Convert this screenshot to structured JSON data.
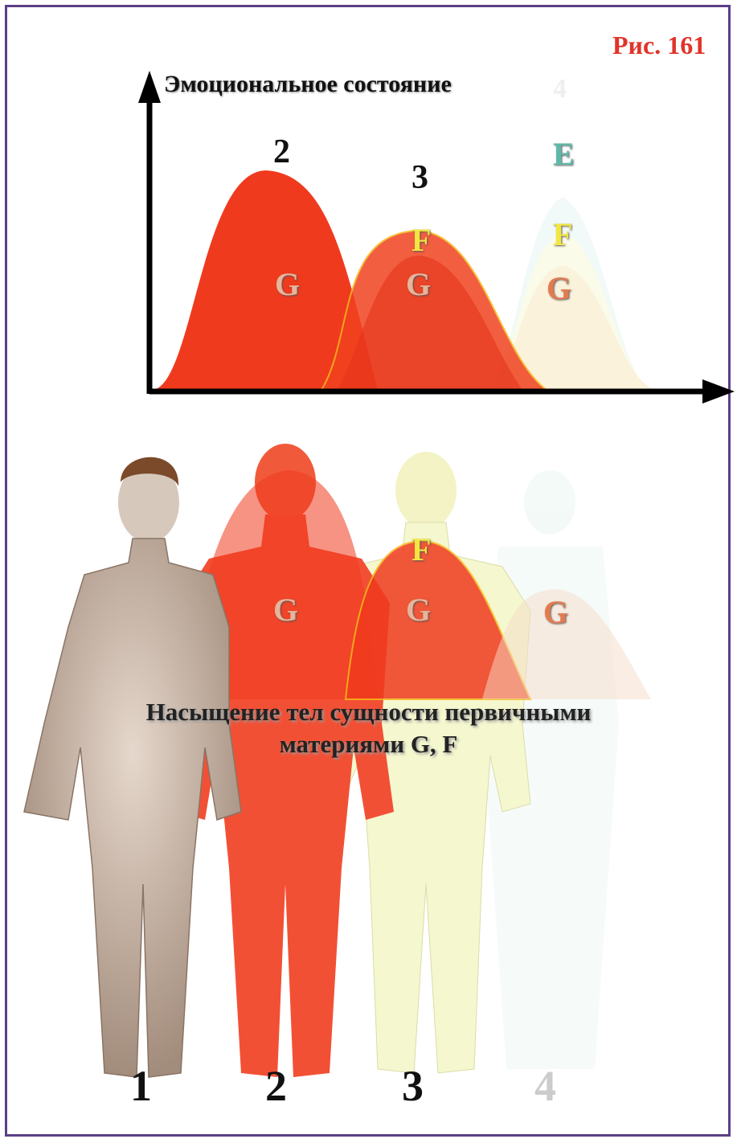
{
  "figure_label": "Рис. 161",
  "axis_title": "Эмоциональное  состояние",
  "axis_title_number": "4",
  "peak_labels": [
    "2",
    "3"
  ],
  "chart_letters": {
    "body2": "G",
    "body3_f": "F",
    "body3_g": "G",
    "body4_e": "E",
    "body4_f": "F",
    "body4_g": "G"
  },
  "figure_letters": {
    "body2_g": "G",
    "body3_f": "F",
    "body3_g": "G",
    "body4_g": "G"
  },
  "caption_line1": "Насыщение тел сущности первичными",
  "caption_line2": "материями G, F",
  "body_numbers": [
    "1",
    "2",
    "3",
    "4"
  ],
  "colors": {
    "frame": "#5b3f86",
    "red": "#f03a1e",
    "yellow": "#f4e640",
    "teal": "#5fb9a8",
    "figure_label": "#e0352a"
  }
}
